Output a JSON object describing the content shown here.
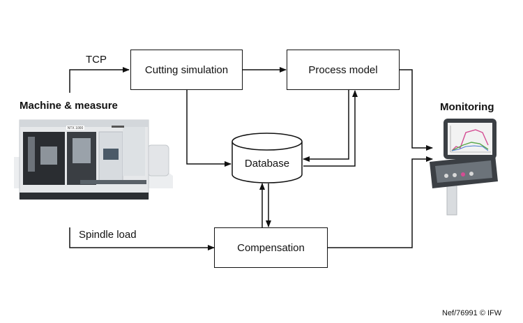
{
  "nodes": {
    "cutting_simulation": "Cutting simulation",
    "process_model": "Process model",
    "database": "Database",
    "compensation": "Compensation"
  },
  "labels": {
    "tcp": "TCP",
    "spindle_load": "Spindle load",
    "machine_measure": "Machine & measure",
    "monitoring": "Monitoring"
  },
  "machine_badge": "NTX 1000",
  "credit": "Nef/76991 © IFW",
  "colors": {
    "line": "#111111",
    "machine_body": "#e6e8ea",
    "machine_dark": "#2a2d31",
    "screen": "#b7c0c8",
    "monitor_frame": "#3b3f44",
    "monitor_screen": "#f2f2f2",
    "curve_pink": "#d44c93",
    "curve_green": "#5aa84c"
  }
}
